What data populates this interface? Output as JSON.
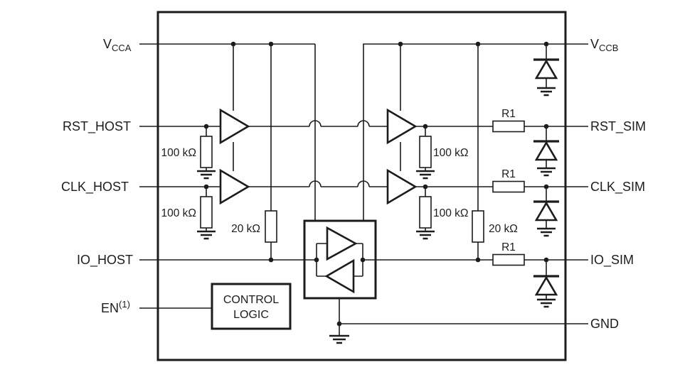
{
  "diagram": {
    "type": "circuit-block-diagram",
    "pins_left": [
      {
        "name": "V",
        "sub": "CCA"
      },
      {
        "name": "RST_HOST"
      },
      {
        "name": "CLK_HOST"
      },
      {
        "name": "IO_HOST"
      },
      {
        "name": "EN",
        "sup": "(1)"
      }
    ],
    "pins_right": [
      {
        "name": "V",
        "sub": "CCB"
      },
      {
        "name": "RST_SIM"
      },
      {
        "name": "CLK_SIM"
      },
      {
        "name": "IO_SIM"
      },
      {
        "name": "GND"
      }
    ],
    "labels": {
      "pullup_resistor": "100 kΩ",
      "io_pullup_resistor": "20 kΩ",
      "series_resistor": "R1",
      "control_logic_line1": "CONTROL",
      "control_logic_line2": "LOGIC"
    },
    "colors": {
      "ink": "#1c1c1c",
      "background": "#ffffff"
    }
  }
}
